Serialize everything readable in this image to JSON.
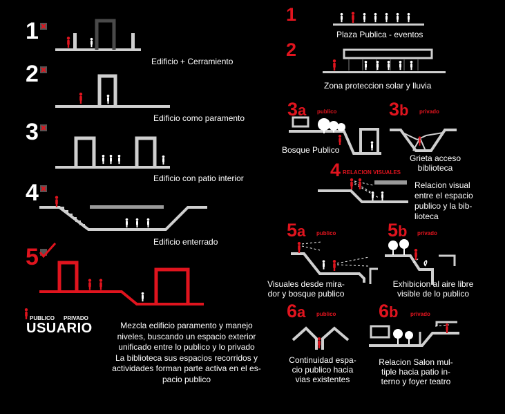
{
  "colors": {
    "background": "#000000",
    "structure": "#cfcfcf",
    "accent": "#e0141e",
    "text": "#ffffff",
    "dark_frame": "#4a4a4a"
  },
  "left": {
    "items": [
      {
        "number": "1",
        "status": "rejected",
        "caption": "Edificio + Cerramiento"
      },
      {
        "number": "2",
        "status": "rejected",
        "caption": "Edificio como paramento"
      },
      {
        "number": "3",
        "status": "rejected",
        "caption": "Edificio con patio interior"
      },
      {
        "number": "4",
        "status": "rejected",
        "caption": "Edificio enterrado"
      },
      {
        "number": "5",
        "status": "accepted",
        "caption": ""
      }
    ],
    "legend": {
      "publico": "PUBLICO",
      "privado": "PRIVADO",
      "usuario": "USUARIO"
    },
    "description": [
      "Mezcla edificio paramento y manejo",
      "niveles, buscando un espacio exterior",
      "unificado entre lo publico y lo privado",
      "La biblioteca sus espacios recorridos y",
      "actividades forman parte activa en el es-",
      "pacio publico"
    ]
  },
  "right": {
    "n1": {
      "number": "1",
      "caption": "Plaza Publica - eventos"
    },
    "n2": {
      "number": "2",
      "caption": "Zona proteccion solar y lluvia"
    },
    "n3a": {
      "number": "3",
      "suffix": "a",
      "tag": "publico",
      "caption": "Bosque Publico"
    },
    "n3b": {
      "number": "3",
      "suffix": "b",
      "tag": "privado",
      "caption": [
        "Grieta acceso",
        "biblioteca"
      ]
    },
    "n4": {
      "number": "4",
      "tag": "RELACION VISUALES",
      "caption": [
        "Relacion visual",
        "entre el espacio",
        "publico y la bib-",
        "lioteca"
      ]
    },
    "n5a": {
      "number": "5",
      "suffix": "a",
      "tag": "publico",
      "caption": [
        "Visuales desde mira-",
        "dor y bosque publico"
      ]
    },
    "n5b": {
      "number": "5",
      "suffix": "b",
      "tag": "privado",
      "caption": [
        "Exhibicion al aire libre",
        "visible de lo publico"
      ]
    },
    "n6a": {
      "number": "6",
      "suffix": "a",
      "tag": "publico",
      "caption": [
        "Continuidad espa-",
        "cio publico hacia",
        "vias existentes"
      ]
    },
    "n6b": {
      "number": "6",
      "suffix": "b",
      "tag": "privado",
      "caption": [
        "Relacion Salon mul-",
        "tiple hacia patio in-",
        "terno y foyer teatro"
      ]
    }
  }
}
